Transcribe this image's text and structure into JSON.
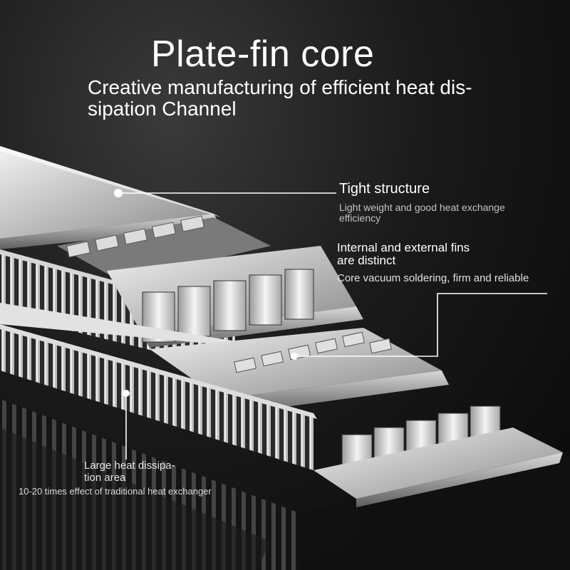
{
  "header": {
    "title": "Plate-fin core",
    "subtitle_line1": "Creative manufacturing of efficient heat dis-",
    "subtitle_line2": "sipation Channel"
  },
  "callouts": {
    "tight_structure": {
      "heading": "Tight structure",
      "desc_line1": "Light weight and good heat exchange",
      "desc_line2": "efficiency"
    },
    "fins": {
      "heading_line1": "Internal and external fins",
      "heading_line2": "are distinct",
      "desc": "Core vacuum soldering, firm and reliable"
    },
    "heat_area": {
      "heading_line1": "Large heat dissipa-",
      "heading_line2": "tion area",
      "desc": "10-20 times effect of traditional heat exchanger"
    }
  },
  "colors": {
    "background": "#0c0c0c",
    "text": "#ffffff",
    "leader_line": "#ffffff",
    "metal_light": "#e8e8e8",
    "metal_dark": "#5a5a5a"
  }
}
